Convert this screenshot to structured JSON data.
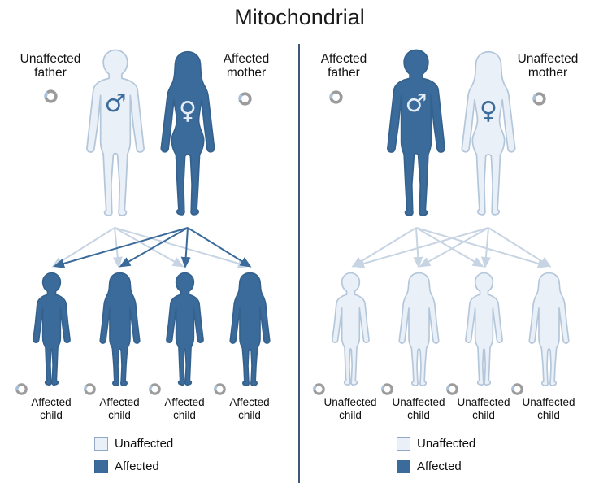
{
  "title": "Mitochondrial",
  "symbols": {
    "male": "♂",
    "female": "♀"
  },
  "colors": {
    "affected": "#3a6b9b",
    "unaffected_fill": "#eaf0f7",
    "unaffected_outline": "#b3c6da",
    "arrow_light": "#c7d4e3",
    "arrow_dark": "#3a6b9b",
    "divider": "#3d5a78",
    "donut_ring": "#9c9c9c",
    "donut_accent": "#a9c0da"
  },
  "panels": [
    {
      "name": "affected-mother-pedigree",
      "father": {
        "label": [
          "Unaffected",
          "father"
        ],
        "status": "unaffected"
      },
      "mother": {
        "label": [
          "Affected",
          "mother"
        ],
        "status": "affected"
      },
      "children": [
        {
          "label": [
            "Affected",
            "child"
          ],
          "status": "affected",
          "sex": "boy"
        },
        {
          "label": [
            "Affected",
            "child"
          ],
          "status": "affected",
          "sex": "girl"
        },
        {
          "label": [
            "Affected",
            "child"
          ],
          "status": "affected",
          "sex": "boy"
        },
        {
          "label": [
            "Affected",
            "child"
          ],
          "status": "affected",
          "sex": "girl"
        }
      ],
      "legend": [
        {
          "label": "Unaffected",
          "status": "unaffected"
        },
        {
          "label": "Affected",
          "status": "affected"
        }
      ]
    },
    {
      "name": "affected-father-pedigree",
      "father": {
        "label": [
          "Affected",
          "father"
        ],
        "status": "affected"
      },
      "mother": {
        "label": [
          "Unaffected",
          "mother"
        ],
        "status": "unaffected"
      },
      "children": [
        {
          "label": [
            "Unaffected",
            "child"
          ],
          "status": "unaffected",
          "sex": "boy"
        },
        {
          "label": [
            "Unaffected",
            "child"
          ],
          "status": "unaffected",
          "sex": "girl"
        },
        {
          "label": [
            "Unaffected",
            "child"
          ],
          "status": "unaffected",
          "sex": "boy"
        },
        {
          "label": [
            "Unaffected",
            "child"
          ],
          "status": "unaffected",
          "sex": "girl"
        }
      ],
      "legend": [
        {
          "label": "Unaffected",
          "status": "unaffected"
        },
        {
          "label": "Affected",
          "status": "affected"
        }
      ]
    }
  ]
}
